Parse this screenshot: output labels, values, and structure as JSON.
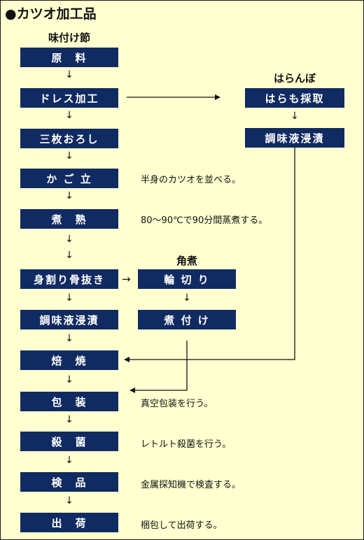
{
  "title": "●カツオ加工品",
  "branches": {
    "main": "味付け節",
    "harambo": "はらんぼ",
    "kakuni": "角煮"
  },
  "main_steps": [
    "原　料",
    "ドレス加工",
    "三枚おろし",
    "か ご 立",
    "煮　熟",
    "身割り骨抜き",
    "調味液浸漬",
    "焙　焼",
    "包　装",
    "殺　菌",
    "検　品",
    "出　荷"
  ],
  "harambo_steps": [
    "はらも採取",
    "調味液浸漬"
  ],
  "kakuni_steps": [
    "輪 切 り",
    "煮 付 け"
  ],
  "notes": {
    "kagodachi": "半身のカツオを並べる。",
    "nijuku": "80～90℃で90分間蒸煮する。",
    "housou": "真空包装を行う。",
    "sakkin": "レトルト殺菌を行う。",
    "kenpin": "金属探知機で検査する。",
    "shukka": "梱包して出荷する。"
  },
  "arrows": {
    "down": "↓",
    "right": "→"
  },
  "colors": {
    "box": "#102a62",
    "background": "#ffffd0"
  }
}
